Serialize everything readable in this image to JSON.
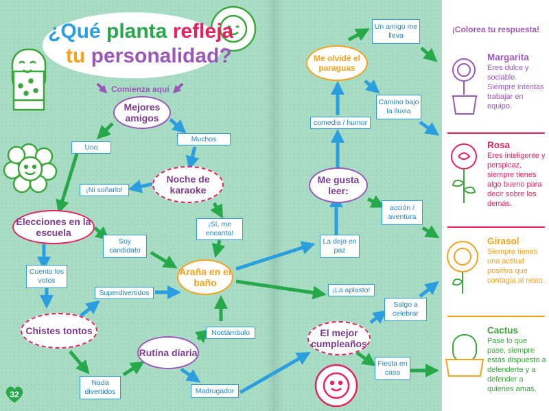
{
  "title": {
    "line1_a": "¿Qué ",
    "line1_b": "planta ",
    "line1_c": "refleja",
    "line2_a": "tu ",
    "line2_b": "personalidad?"
  },
  "start_label": "Comienza aquí",
  "nodes": {
    "mejores_amigos": "Mejores amigos",
    "noche_karaoke": "Noche de karaoke",
    "elecciones": "Elecciones en la escuela",
    "arana": "Araña en el baño",
    "chistes": "Chistes tontos",
    "rutina": "Rutina diaria",
    "paraguas": "Me olvidé el paraguas",
    "me_gusta_leer": "Me gusta leer:",
    "cumpleanos": "El mejor cumpleaños"
  },
  "labels": {
    "uno": "Uno",
    "muchos": "Muchos",
    "ni_sonarlo": "¡Ni soñarlo!",
    "si_encanta": "¡Sí, me encanta!",
    "soy_candidato": "Soy candidato",
    "cuento_votos": "Cuento los votos",
    "superdivertidos": "Superdivertidos",
    "nada_divertidos": "Nada divertidos",
    "noctambulo": "Noctámbulo",
    "madrugador": "Madrugador",
    "la_dejo": "La dejo en paz",
    "la_aplasto": "¡La aplasto!",
    "amigo_lleva": "Un amigo me lleva",
    "camino_lluvia": "Camino bajo la lluvia",
    "comedia": "comedia / humor",
    "accion": "acción / aventura",
    "salgo_celebrar": "Salgo a celebrar",
    "fiesta_casa": "Fiesta en casa"
  },
  "sidebar": {
    "title": "¡Colorea tu respuesta!",
    "plants": [
      {
        "name": "Margarita",
        "desc": "Eres dulce y sociable. Siempre intentas trabajar en equipo.",
        "color": "#9b57b8"
      },
      {
        "name": "Rosa",
        "desc": "Eres inteligente y perspicaz, siempre tienes algo bueno para decir sobre los demás.",
        "color": "#e8215c"
      },
      {
        "name": "Girasol",
        "desc": "Siempre tienes una actitud positiva que contagia al resto.",
        "color": "#f4a11b"
      },
      {
        "name": "Cactus",
        "desc": "Pase lo que pase, siempre estás dispuesto a defenderte y a defender a quienes amas.",
        "color": "#3aa63b"
      }
    ]
  },
  "page_number": "32",
  "colors": {
    "green": "#27a84a",
    "blue": "#2b9ee0",
    "purple": "#9b57b8",
    "pink": "#e8215c",
    "orange": "#f4a11b"
  }
}
